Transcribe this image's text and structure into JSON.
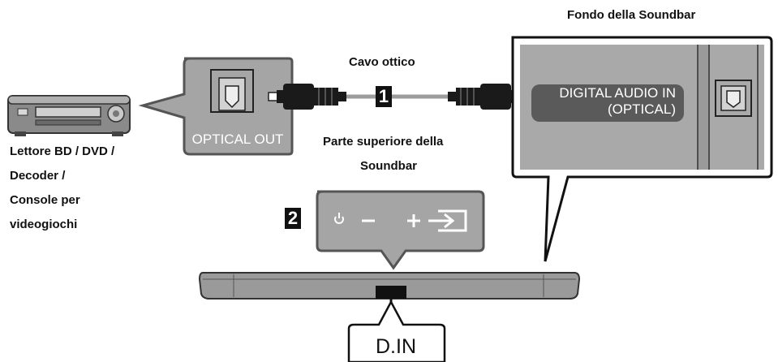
{
  "labels": {
    "bottom_title": "Fondo della Soundbar",
    "cable": "Cavo ottico",
    "top_title_line1": "Parte superiore della",
    "top_title_line2": "Soundbar",
    "device_line1": "Lettore BD / DVD /",
    "device_line2": "Decoder /",
    "device_line3": "Console per",
    "device_line4": "videogiochi",
    "optical_out": "OPTICAL OUT",
    "digital_line1": "DIGITAL AUDIO IN",
    "digital_line2": "(OPTICAL)",
    "din": "D.IN",
    "step1": "1",
    "step2": "2"
  },
  "colors": {
    "panel": "#a9a9a9",
    "panel_dark": "#7a7a7a",
    "outline": "#555555",
    "soundbar": "#9a9a9a",
    "label_pill": "#5a5a5a"
  }
}
